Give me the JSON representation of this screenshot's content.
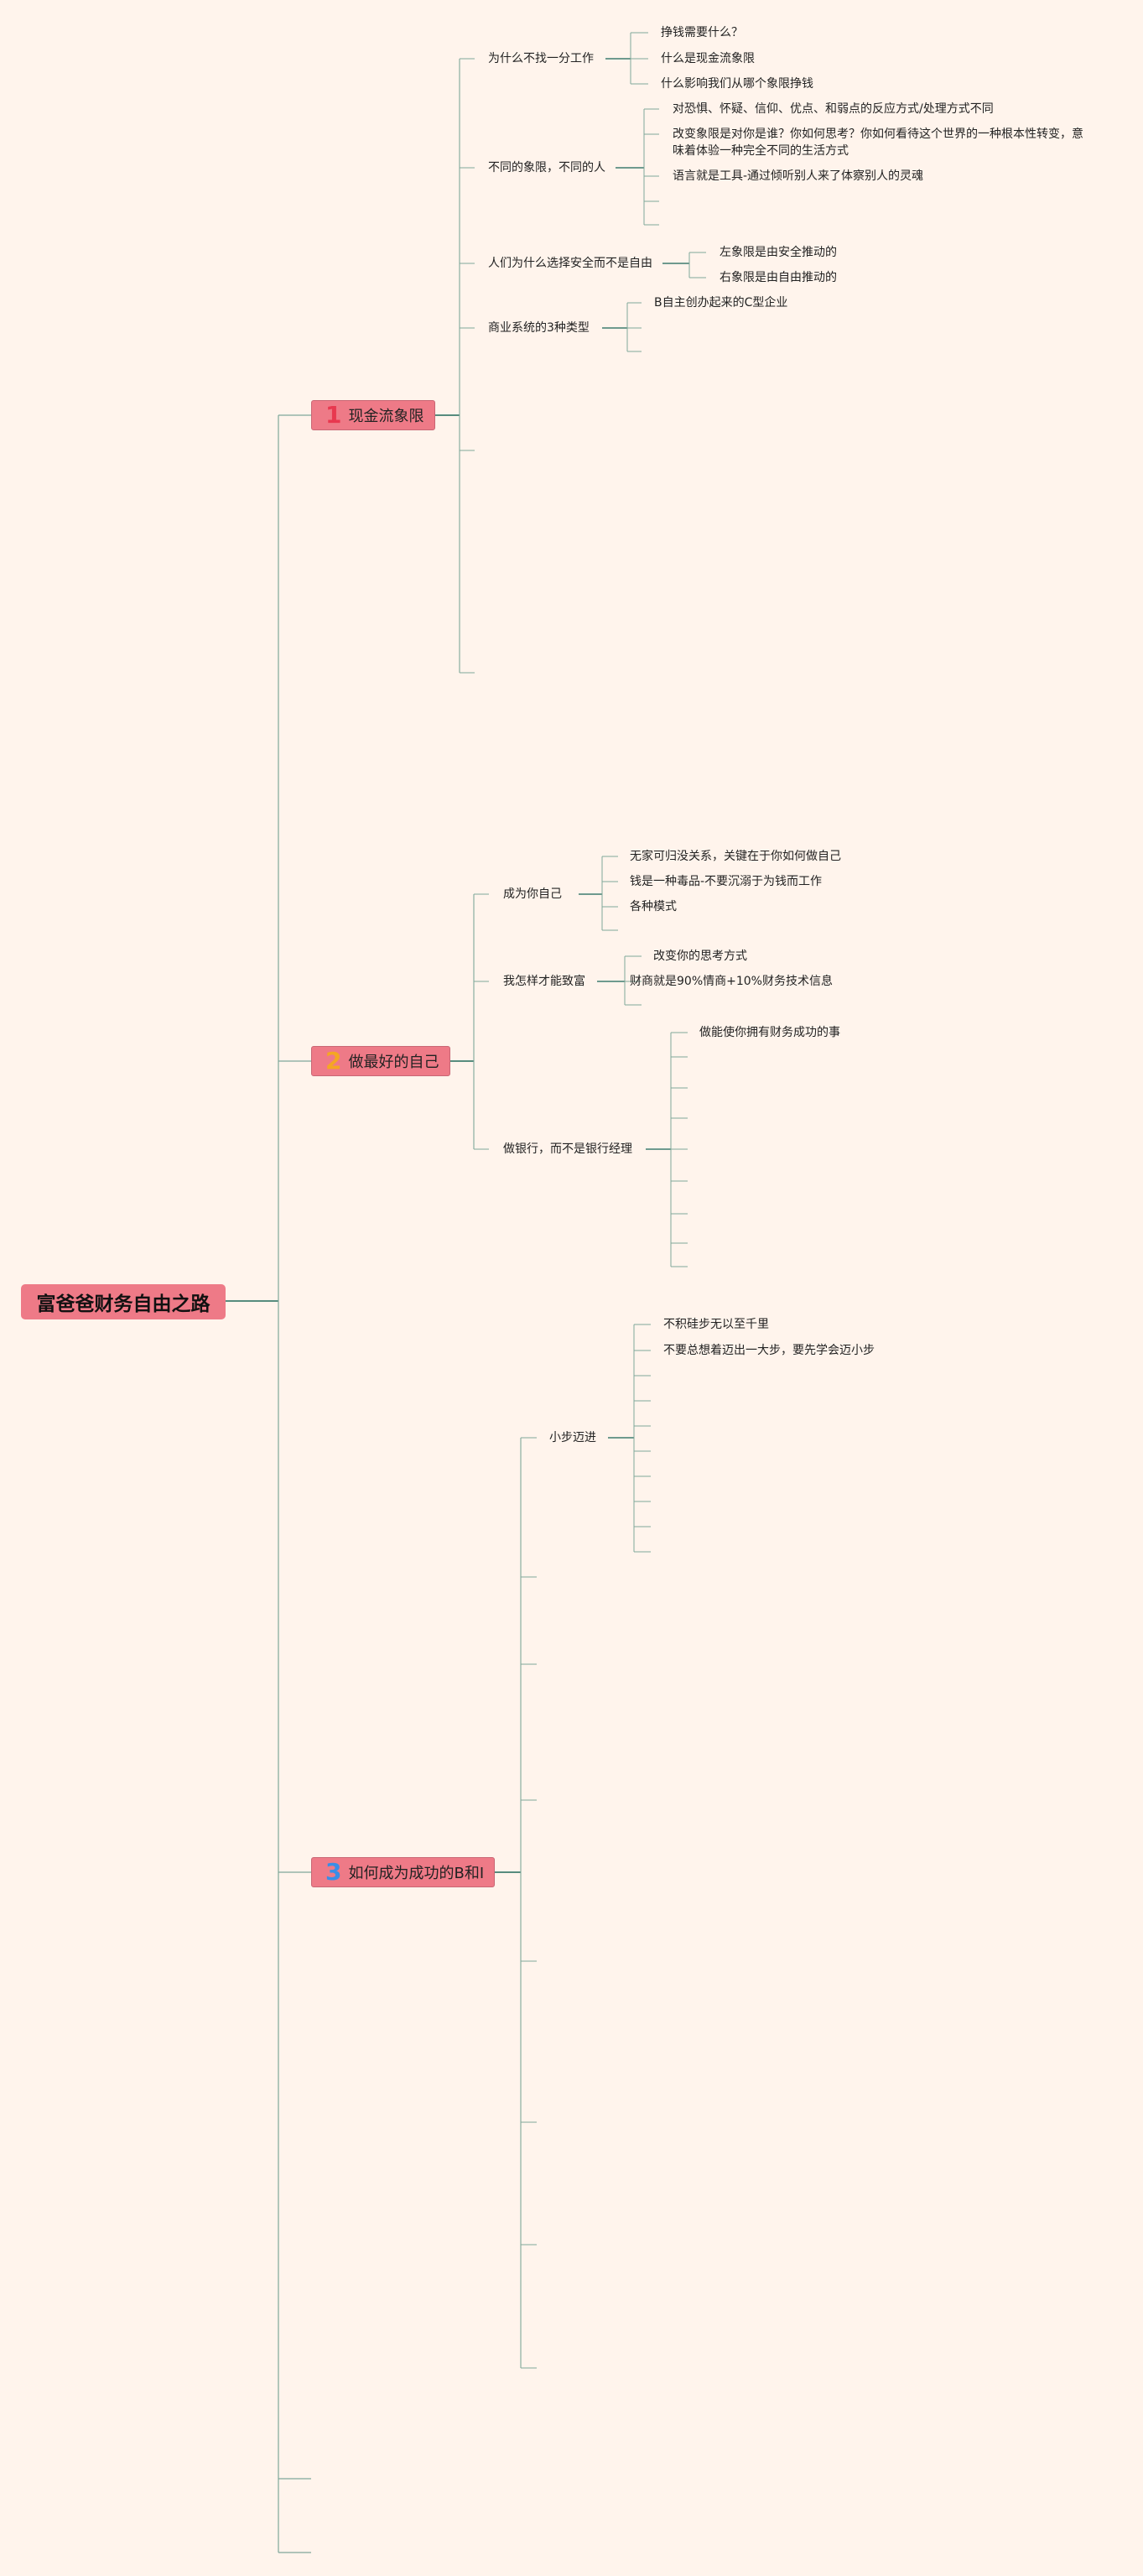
{
  "title": "富爸爸财务自由之路",
  "branches": [
    {
      "num": "1",
      "num_color": "#e8384f",
      "label": "现金流象限",
      "children": [
        {
          "label": "为什么不找一分工作",
          "children": [
            "挣钱需要什么？",
            "什么是现金流象限",
            "什么影响我们从哪个象限挣钱"
          ]
        },
        {
          "label": "不同的象限，不同的人",
          "children": [
            "对恐惧、怀疑、信仰、优点、和弱点的反应方式/处理方式不同",
            "改变象限是对你是谁？你如何思考？你如何看待这个世界的一种根本性转变，意味着体验一种完全不同的生活方式",
            "语言就是工具-通过倾听别人来了体察别人的灵魂",
            "",
            ""
          ]
        },
        {
          "label": "人们为什么选择安全而不是自由",
          "children": [
            "左象限是由安全推动的",
            "右象限是由自由推动的"
          ]
        },
        {
          "label": "商业系统的3种类型",
          "children": [
            "B自主创办起来的C型企业",
            "",
            ""
          ]
        }
      ]
    },
    {
      "num": "2",
      "num_color": "#f5a623",
      "label": "做最好的自己",
      "children": [
        {
          "label": "成为你自己",
          "children": [
            "无家可归没关系，关键在于你如何做自己",
            "钱是一种毒品-不要沉溺于为钱而工作",
            "各种模式",
            ""
          ]
        },
        {
          "label": "我怎样才能致富",
          "children": [
            "改变你的思考方式",
            "财商就是90%情商+10%财务技术信息",
            ""
          ]
        },
        {
          "label": "做银行，而不是银行经理",
          "children": [
            "做能使你拥有财务成功的事"
          ]
        }
      ]
    },
    {
      "num": "3",
      "num_color": "#3a8ee6",
      "label": "如何成为成功的B和I",
      "children": [
        {
          "label": "小步迈进",
          "children": [
            "不积硅步无以至千里",
            "不要总想着迈出一大步，要先学会迈小步"
          ]
        }
      ]
    }
  ]
}
